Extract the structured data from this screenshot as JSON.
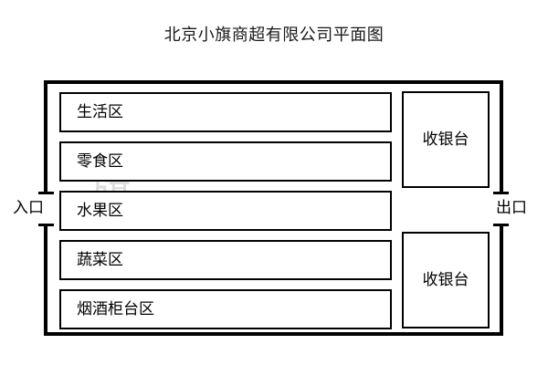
{
  "title": "北京小旗商超有限公司平面图",
  "watermark": "旗",
  "doors": {
    "entrance_label": "入口",
    "exit_label": "出口"
  },
  "areas": [
    {
      "label": "生活区"
    },
    {
      "label": "零食区"
    },
    {
      "label": "水果区"
    },
    {
      "label": "蔬菜区"
    },
    {
      "label": "烟酒柜台区"
    }
  ],
  "cashiers": [
    {
      "label": "收银台"
    },
    {
      "label": "收银台"
    }
  ],
  "colors": {
    "wall": "#000000",
    "box_border": "#000000",
    "background": "#ffffff",
    "text": "#000000"
  }
}
